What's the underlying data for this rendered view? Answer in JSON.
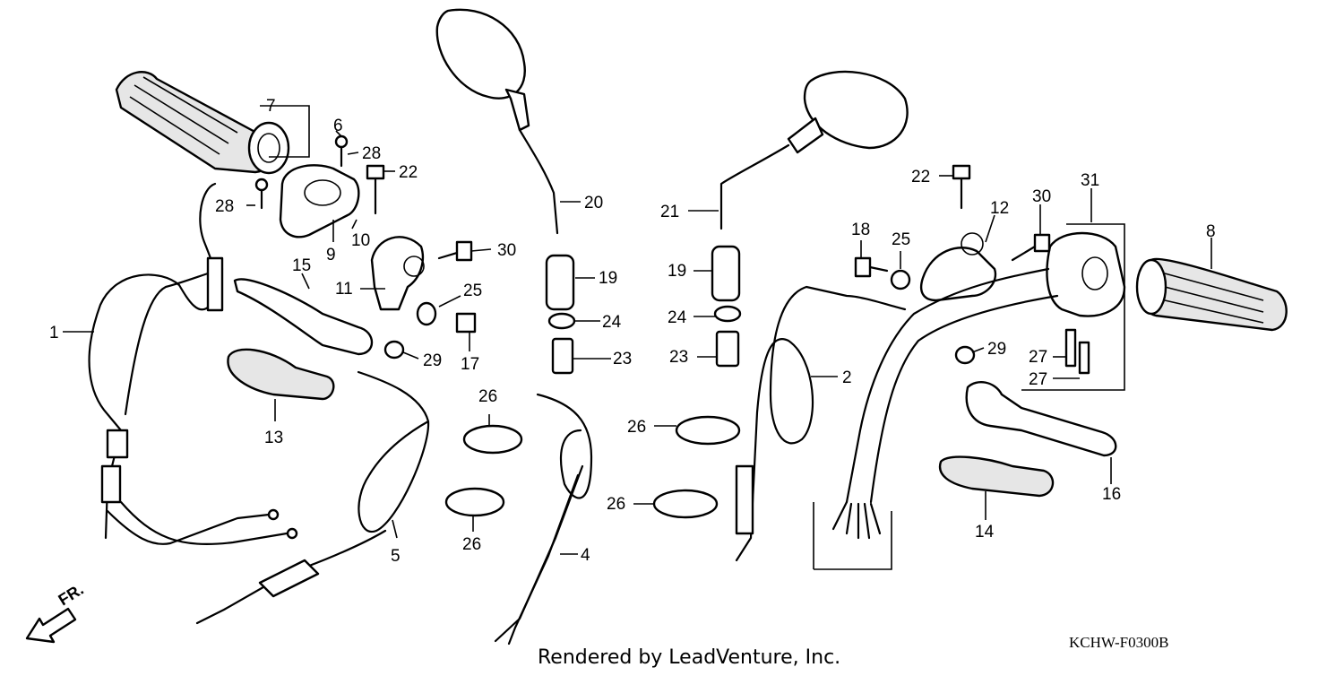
{
  "diagram": {
    "callouts": [
      "1",
      "2",
      "4",
      "5",
      "6",
      "7",
      "8",
      "9",
      "10",
      "11",
      "12",
      "13",
      "14",
      "15",
      "16",
      "17",
      "18",
      "19",
      "19",
      "20",
      "21",
      "22",
      "22",
      "23",
      "23",
      "24",
      "24",
      "25",
      "25",
      "26",
      "26",
      "26",
      "26",
      "27",
      "27",
      "28",
      "28",
      "29",
      "29",
      "30",
      "30",
      "31"
    ],
    "direction_label": "FR.",
    "diagram_code": "KCHW-F0300B",
    "attribution": "Rendered by LeadVenture, Inc."
  }
}
